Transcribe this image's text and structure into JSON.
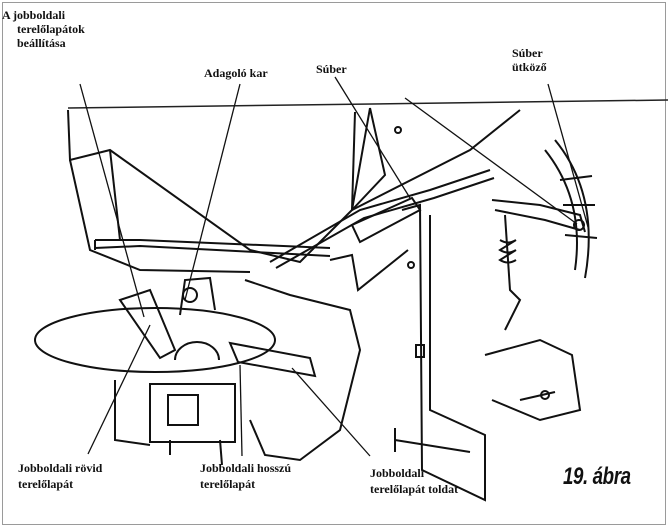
{
  "labels": {
    "right_deflector_setting": [
      "A jobboldali",
      "terelőlapátok",
      "beállítása"
    ],
    "feed_lever": "Adagoló kar",
    "shutter": "Súber",
    "shutter_stop": [
      "Súber",
      "ütköző"
    ],
    "right_short_deflector": [
      "Jobboldali rövid",
      "terelőlapát"
    ],
    "right_long_deflector": [
      "Jobboldali hosszú",
      "terelőlapát"
    ],
    "right_deflector_extension": [
      "Jobboldali",
      "terelőlapát toldat"
    ]
  },
  "caption": "19. ábra"
}
